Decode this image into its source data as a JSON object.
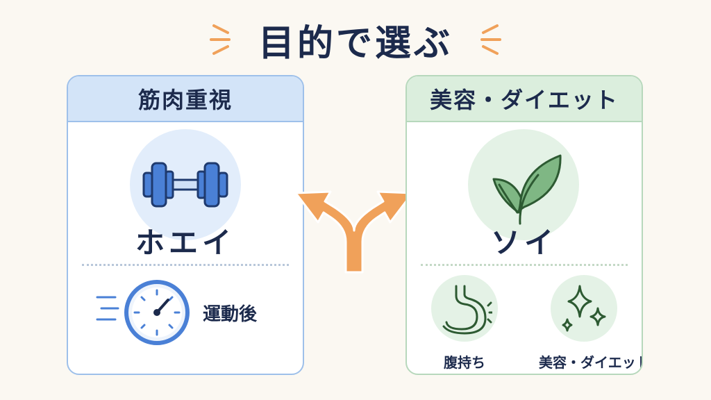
{
  "title": "目的で選ぶ",
  "colors": {
    "orange": "#f0a15a",
    "blue": "#4a80d6",
    "green": "#5c9c5e",
    "navy": "#1c2a4c"
  },
  "left_card": {
    "heading": "筋肉重視",
    "icon": "dumbbell-icon",
    "product": "ホエイ",
    "timing_icon": "stopwatch-icon",
    "timing_label": "運動後"
  },
  "right_card": {
    "heading": "美容・ダイエット",
    "icon": "leaf-icon",
    "product": "ソイ",
    "features": [
      {
        "icon": "stomach-icon",
        "label": "腹持ち"
      },
      {
        "icon": "sparkle-icon",
        "label": "美容・ダイエット"
      }
    ]
  },
  "center_icon": "split-arrow-icon"
}
